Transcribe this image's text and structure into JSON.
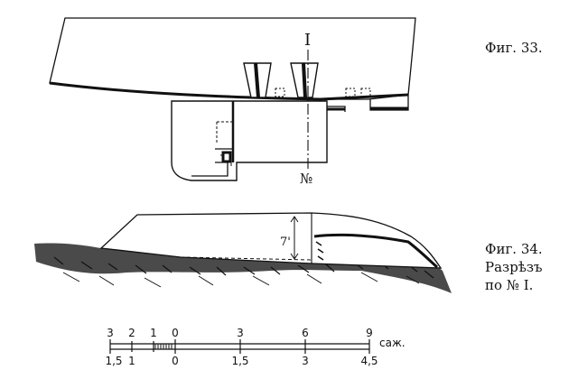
{
  "figures": {
    "fig33": {
      "caption": "Фиг. 33.",
      "section_mark": "I",
      "number_sign": "№"
    },
    "fig34": {
      "caption_line1": "Фиг. 34.",
      "caption_line2": "Разрѣзъ",
      "caption_line3": "по № I.",
      "height_label": "7'"
    }
  },
  "scale_bar": {
    "top_labels": [
      "3",
      "2",
      "1",
      "0",
      "3",
      "6",
      "9"
    ],
    "unit": "саж.",
    "bottom_labels": [
      "1,5",
      "1",
      "0",
      "1,5",
      "3",
      "4,5"
    ]
  }
}
